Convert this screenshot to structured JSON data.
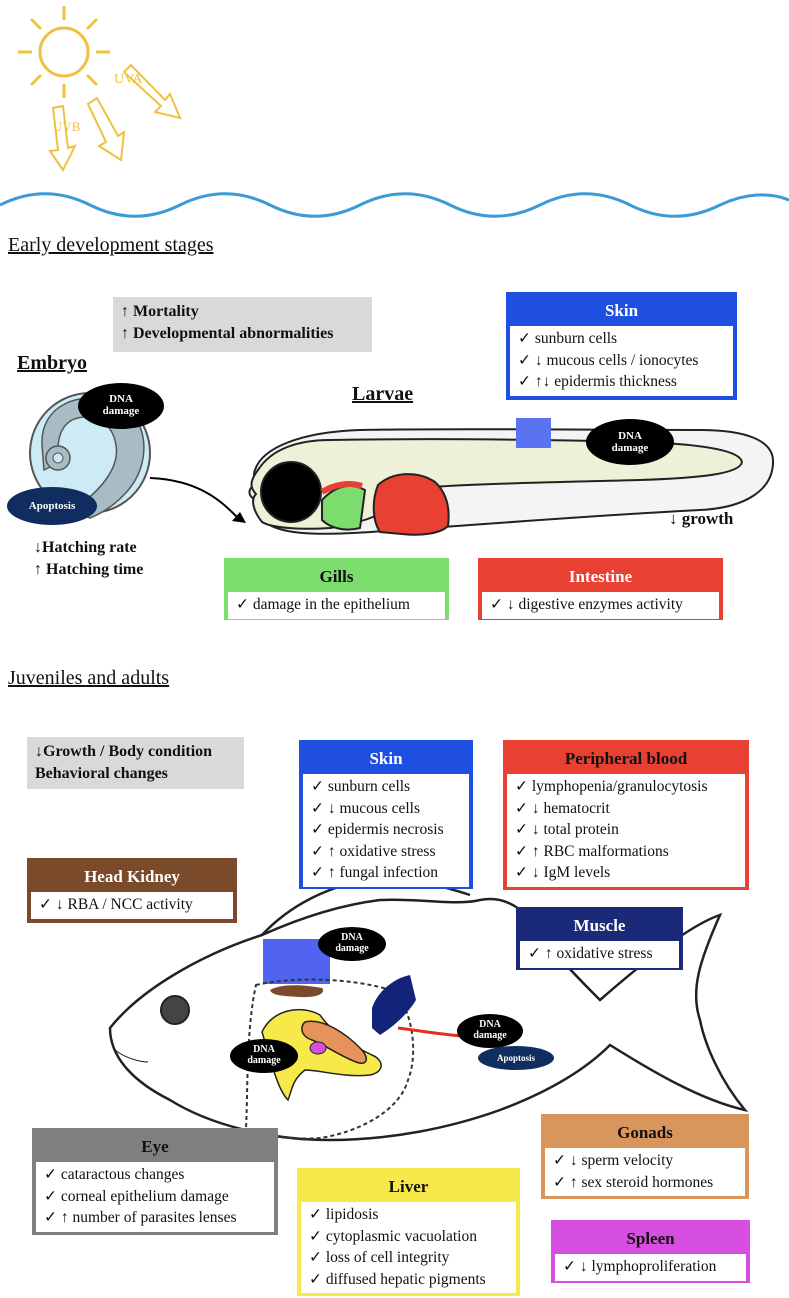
{
  "sun": {
    "uva": "UVA",
    "uvb": "UVB"
  },
  "sections": {
    "early": "Early development stages",
    "juveniles": "Juveniles and adults"
  },
  "early": {
    "effects": [
      "↑ Mortality",
      "↑ Developmental abnormalities"
    ],
    "embryo": {
      "title": "Embryo",
      "dna": [
        "DNA",
        "damage"
      ],
      "apoptosis": "Apoptosis",
      "hatching": [
        "↓Hatching rate",
        "↑ Hatching time"
      ]
    },
    "larvae": {
      "title": "Larvae",
      "dna": [
        "DNA",
        "damage"
      ],
      "growth": "↓ growth"
    },
    "skin": {
      "title": "Skin",
      "items": [
        "✓ sunburn cells",
        "✓ ↓ mucous cells / ionocytes",
        "✓ ↑↓ epidermis thickness"
      ]
    },
    "gills": {
      "title": "Gills",
      "items": [
        "✓ damage in the epithelium"
      ]
    },
    "intestine": {
      "title": "Intestine",
      "items": [
        "✓ ↓ digestive enzymes activity"
      ]
    }
  },
  "adult": {
    "effects": [
      "↓Growth / Body condition",
      "Behavioral changes"
    ],
    "skin": {
      "title": "Skin",
      "items": [
        "✓ sunburn cells",
        "✓ ↓ mucous cells",
        "✓ epidermis necrosis",
        "✓ ↑ oxidative stress",
        "✓ ↑ fungal infection"
      ]
    },
    "blood": {
      "title": "Peripheral blood",
      "items": [
        "✓ lymphopenia/granulocytosis",
        "✓ ↓ hematocrit",
        "✓ ↓ total protein",
        "✓ ↑ RBC malformations",
        "✓ ↓ IgM levels"
      ]
    },
    "kidney": {
      "title": "Head Kidney",
      "items": [
        "✓ ↓ RBA / NCC activity"
      ]
    },
    "muscle": {
      "title": "Muscle",
      "items": [
        "✓ ↑ oxidative stress"
      ]
    },
    "eye": {
      "title": "Eye",
      "items": [
        "✓ cataractous changes",
        "✓ corneal epithelium damage",
        "✓ ↑ number of parasites lenses"
      ]
    },
    "liver": {
      "title": "Liver",
      "items": [
        "✓ lipidosis",
        "✓ cytoplasmic vacuolation",
        "✓ loss of cell integrity",
        "✓ diffused hepatic pigments"
      ]
    },
    "gonads": {
      "title": "Gonads",
      "items": [
        "✓ ↓ sperm velocity",
        "✓ ↑ sex steroid hormones"
      ]
    },
    "spleen": {
      "title": "Spleen",
      "items": [
        "✓ ↓ lymphoproliferation"
      ]
    },
    "dna1": [
      "DNA",
      "damage"
    ],
    "dna2": [
      "DNA",
      "damage"
    ],
    "dna3": [
      "DNA",
      "damage"
    ],
    "apoptosis": "Apoptosis"
  },
  "colors": {
    "sun": "#f0c040",
    "water": "#3a9bd8",
    "skin": "#1f4fe0",
    "gills": "#7ddc6e",
    "intestine": "#e84032",
    "blood": "#e84032",
    "kidney": "#7a4a2a",
    "muscle": "#1a2a78",
    "eye": "#7f7f7f",
    "liver": "#f7e94a",
    "gonads": "#d9965c",
    "spleen": "#d64fe0",
    "gray": "#d9d9d9"
  }
}
